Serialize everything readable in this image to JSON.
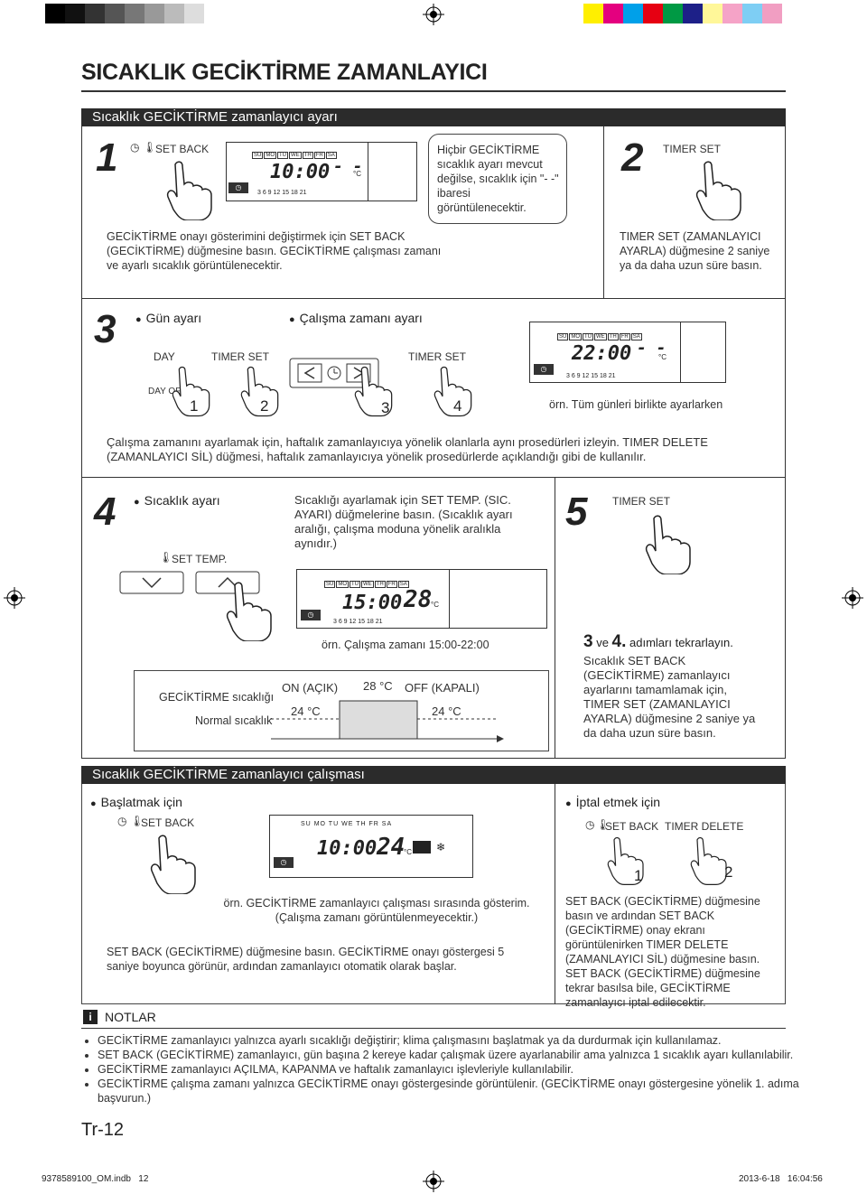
{
  "title": "SICAKLIK GECİKTİRME ZAMANLAYICI",
  "section1": {
    "header": "Sıcaklık GECİKTİRME zamanlayıcı ayarı",
    "step1": {
      "num": "1",
      "btn": "SET BACK",
      "callout": "Hiçbir GECİKTİRME sıcaklık ayarı mevcut değilse, sıcaklık için \"- -\" ibaresi görüntülenecektir.",
      "text": "GECİKTİRME onayı gösterimini değiştirmek için SET BACK (GECİKTİRME) düğmesine basın. GECİKTİRME çalışması zamanı ve ayarlı sıcaklık görüntülenecektir.",
      "lcd_time": "10:00",
      "lcd_temp": "- -"
    },
    "step2": {
      "num": "2",
      "btn": "TIMER SET",
      "text": "TIMER SET (ZAMANLAYICI AYARLA) düğmesine 2 saniye ya da daha uzun süre basın."
    },
    "step3": {
      "num": "3",
      "bullet1": "Gün ayarı",
      "bullet2": "Çalışma zamanı ayarı",
      "btn_day": "DAY",
      "btn_dayoff": "DAY OFF",
      "btn_timerset1": "TIMER SET",
      "btn_timerset2": "TIMER SET",
      "n1": "1",
      "n2": "2",
      "n3": "3",
      "n4": "4",
      "example": "örn. Tüm günleri birlikte ayarlarken",
      "lcd_time": "22:00",
      "lcd_temp": "- -",
      "text": "Çalışma zamanını ayarlamak için, haftalık zamanlayıcıya yönelik olanlarla aynı prosedürleri izleyin. TIMER DELETE (ZAMANLAYICI SİL) düğmesi, haftalık zamanlayıcıya yönelik prosedürlerde açıklandığı gibi de kullanılır."
    },
    "step4": {
      "num": "4",
      "bullet": "Sıcaklık ayarı",
      "btn": "SET TEMP.",
      "text": "Sıcaklığı ayarlamak için SET TEMP. (SIC. AYARI) düğmelerine basın. (Sıcaklık ayarı aralığı, çalışma moduna yönelik aralıkla aynıdır.)",
      "lcd_time": "15:00",
      "lcd_temp": "28",
      "example": "örn. Çalışma zamanı 15:00-22:00",
      "graph": {
        "label_setback": "GECİKTİRME sıcaklığı",
        "label_normal": "Normal sıcaklık",
        "on": "ON (AÇIK)",
        "off": "OFF (KAPALI)",
        "t_high": "28 °C",
        "t_left": "24 °C",
        "t_right": "24 °C"
      }
    },
    "step5": {
      "num": "5",
      "btn": "TIMER SET",
      "text_lead": "3",
      "text_ve": " ve ",
      "text_lead2": "4.",
      "text_lead3": " adımları tekrarlayın.",
      "text": "Sıcaklık SET BACK (GECİKTİRME) zamanlayıcı ayarlarını tamamlamak için, TIMER SET (ZAMANLAYICI AYARLA) düğmesine 2 saniye ya da daha uzun süre basın."
    }
  },
  "section2": {
    "header": "Sıcaklık GECİKTİRME zamanlayıcı çalışması",
    "start": {
      "bullet": "Başlatmak için",
      "btn": "SET BACK",
      "lcd_time": "10:00",
      "lcd_temp": "24",
      "example": "örn. GECİKTİRME zamanlayıcı çalışması sırasında gösterim. (Çalışma zamanı görüntülenmeyecektir.)",
      "text": "SET BACK (GECİKTİRME) düğmesine basın. GECİKTİRME onayı göstergesi 5 saniye boyunca görünür, ardından zamanlayıcı otomatik olarak başlar."
    },
    "cancel": {
      "bullet": "İptal etmek için",
      "btn1": "SET BACK",
      "btn2": "TIMER DELETE",
      "n1": "1",
      "n2": "2",
      "text": "SET BACK (GECİKTİRME) düğmesine basın ve ardından SET BACK (GECİKTİRME) onay ekranı görüntülenirken TIMER DELETE (ZAMANLAYICI SİL) düğmesine basın. SET BACK (GECİKTİRME) düğmesine tekrar basılsa bile, GECİKTİRME zamanlayıcı iptal edilecektir."
    }
  },
  "notes": {
    "icon": "i",
    "title": "NOTLAR",
    "items": [
      "GECİKTİRME zamanlayıcı yalnızca ayarlı sıcaklığı değiştirir; klima çalışmasını başlatmak ya da durdurmak için kullanılamaz.",
      "SET BACK (GECİKTİRME) zamanlayıcı, gün başına 2 kereye kadar çalışmak üzere ayarlanabilir ama yalnızca 1 sıcaklık ayarı kullanılabilir.",
      "GECİKTİRME zamanlayıcı AÇILMA, KAPANMA ve haftalık zamanlayıcı işlevleriyle kullanılabilir.",
      "GECİKTİRME çalışma zamanı yalnızca GECİKTİRME onayı göstergesinde görüntülenir. (GECİKTİRME onayı göstergesine yönelik 1. adıma başvurun.)"
    ]
  },
  "lcd_days": [
    "SU",
    "MO",
    "TU",
    "WE",
    "TH",
    "FR",
    "SA"
  ],
  "lcd_hours": "3 6 9 12 15 18 21",
  "unit_c": "°C",
  "page": "Tr-12",
  "footer": {
    "file": "9378589100_OM.indb   12",
    "date": "2013-6-18   16:04:56"
  }
}
